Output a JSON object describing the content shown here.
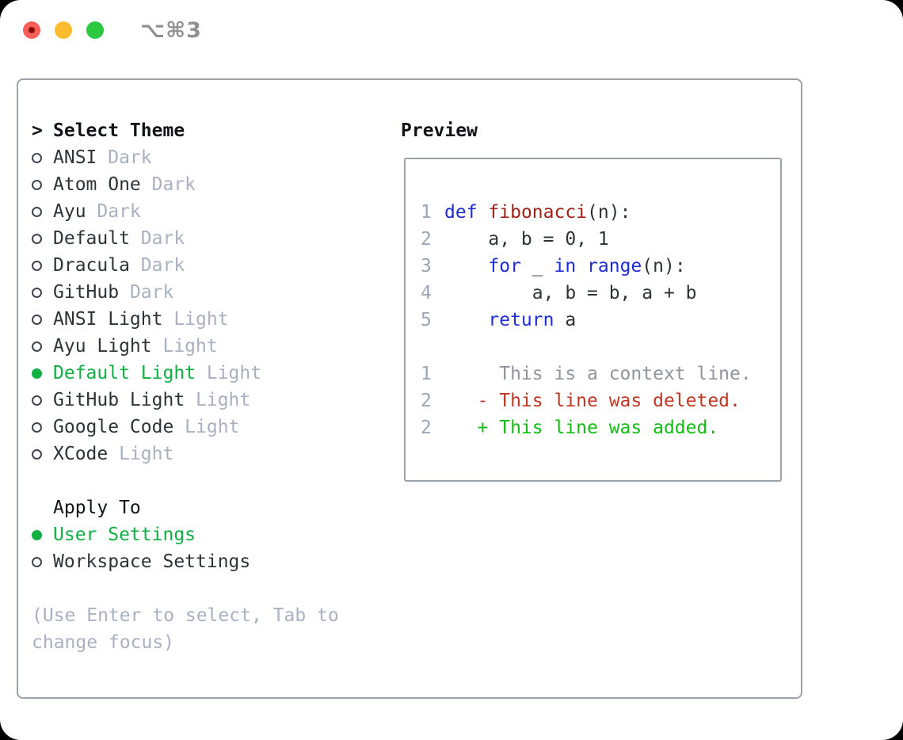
{
  "titlebar": {
    "shortcut": "⌥⌘3"
  },
  "colors": {
    "text": "#2e3338",
    "title": "#111417",
    "muted": "#a8b1c0",
    "ln": "#9aa6b6",
    "ctx": "#8d959e",
    "kw": "#1d2bd8",
    "fn": "#9e2217",
    "del": "#c23621",
    "add": "#12bd12",
    "sel": "#10b042",
    "border": "#9aa2ac",
    "outline": "#3f4550",
    "shortcut": "#909092",
    "tl_red": "#f95f57",
    "tl_red_dot": "#8a0d04",
    "tl_yellow": "#fdbc2f",
    "tl_green": "#2bc840"
  },
  "left": {
    "prompt": ">",
    "title": "Select Theme",
    "themes": [
      {
        "name": "ANSI",
        "variant": "Dark",
        "selected": false
      },
      {
        "name": "Atom One",
        "variant": "Dark",
        "selected": false
      },
      {
        "name": "Ayu",
        "variant": "Dark",
        "selected": false
      },
      {
        "name": "Default",
        "variant": "Dark",
        "selected": false
      },
      {
        "name": "Dracula",
        "variant": "Dark",
        "selected": false
      },
      {
        "name": "GitHub",
        "variant": "Dark",
        "selected": false
      },
      {
        "name": "ANSI Light",
        "variant": "Light",
        "selected": false
      },
      {
        "name": "Ayu Light",
        "variant": "Light",
        "selected": false
      },
      {
        "name": "Default Light",
        "variant": "Light",
        "selected": true
      },
      {
        "name": "GitHub Light",
        "variant": "Light",
        "selected": false
      },
      {
        "name": "Google Code",
        "variant": "Light",
        "selected": false
      },
      {
        "name": "XCode",
        "variant": "Light",
        "selected": false
      }
    ],
    "apply_title": "Apply To",
    "apply_options": [
      {
        "name": "User Settings",
        "selected": true
      },
      {
        "name": "Workspace Settings",
        "selected": false
      }
    ],
    "help_line1": "(Use Enter to select, Tab to",
    "help_line2": "change focus)"
  },
  "preview": {
    "title": "Preview",
    "lines": [
      {
        "num": "1",
        "tokens": [
          {
            "t": "def",
            "c": "kw"
          },
          {
            "t": " "
          },
          {
            "t": "fibonacci",
            "c": "fn"
          },
          {
            "t": "(n):"
          }
        ]
      },
      {
        "num": "2",
        "tokens": [
          {
            "t": "    a, b = 0, 1"
          }
        ]
      },
      {
        "num": "3",
        "tokens": [
          {
            "t": "    "
          },
          {
            "t": "for",
            "c": "kw"
          },
          {
            "t": " _ "
          },
          {
            "t": "in",
            "c": "kw"
          },
          {
            "t": " "
          },
          {
            "t": "range",
            "c": "kw"
          },
          {
            "t": "(n):"
          }
        ]
      },
      {
        "num": "4",
        "tokens": [
          {
            "t": "        a, b = b, a + b"
          }
        ]
      },
      {
        "num": "5",
        "tokens": [
          {
            "t": "    "
          },
          {
            "t": "return",
            "c": "kw"
          },
          {
            "t": " a"
          }
        ]
      },
      {
        "num": "",
        "tokens": []
      },
      {
        "num": "1",
        "tokens": [
          {
            "t": "     This is a context line.",
            "c": "ctx"
          }
        ]
      },
      {
        "num": "2",
        "tokens": [
          {
            "t": "   - This line was deleted.",
            "c": "del"
          }
        ]
      },
      {
        "num": "2",
        "tokens": [
          {
            "t": "   + This line was added.",
            "c": "add"
          }
        ]
      }
    ]
  }
}
